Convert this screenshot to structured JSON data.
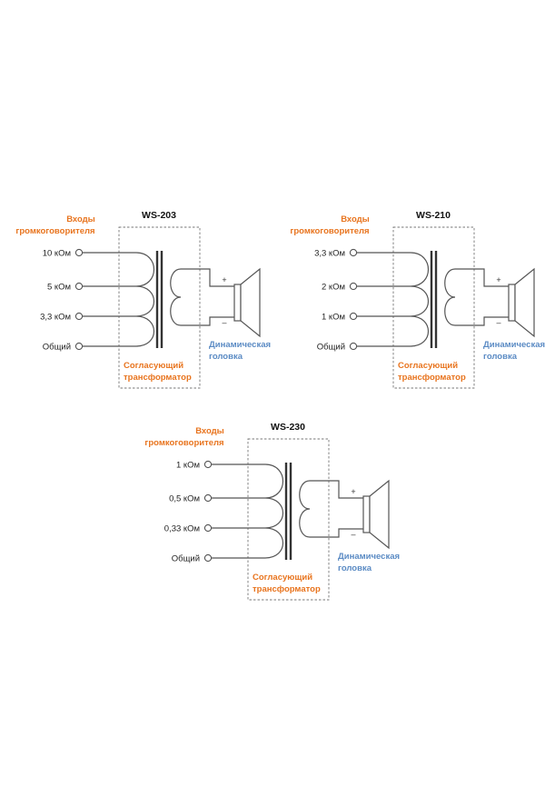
{
  "common": {
    "inputs_label_1": "Входы",
    "inputs_label_2": "громкоговорителя",
    "transformer_label_1": "Согласующий",
    "transformer_label_2": "трансформатор",
    "speaker_label_1": "Динамическая",
    "speaker_label_2": "головка",
    "plus": "+",
    "minus": "–",
    "colors": {
      "orange": "#e8741e",
      "blue": "#5b8bc4",
      "line": "#555555"
    }
  },
  "diagrams": [
    {
      "title": "WS-203",
      "taps": [
        "10 кОм",
        "5 кОм",
        "3,3 кОм",
        "Общий"
      ]
    },
    {
      "title": "WS-210",
      "taps": [
        "3,3 кОм",
        "2 кОм",
        "1 кОм",
        "Общий"
      ]
    },
    {
      "title": "WS-230",
      "taps": [
        "1 кОм",
        "0,5 кОм",
        "0,33 кОм",
        "Общий"
      ]
    }
  ]
}
